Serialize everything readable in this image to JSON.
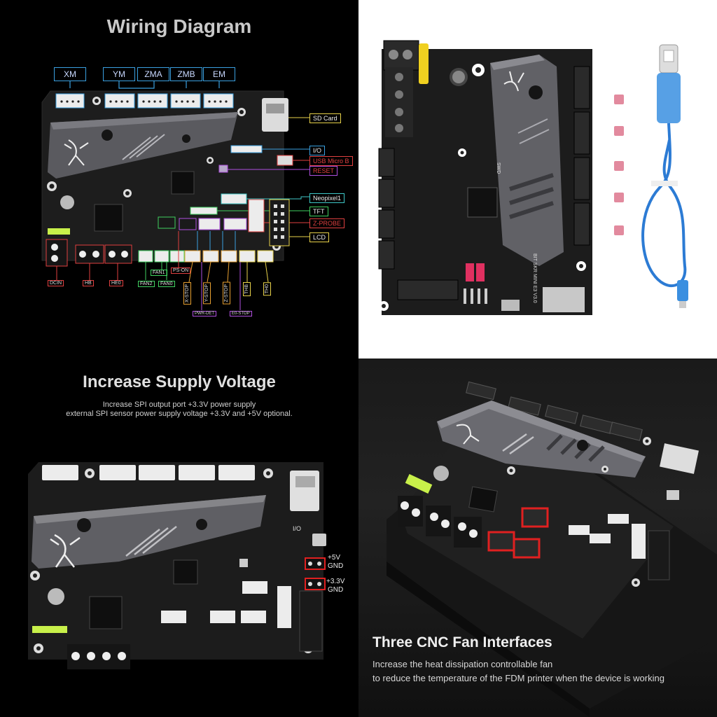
{
  "panel1": {
    "title": "Wiring Diagram",
    "top_labels": [
      "XM",
      "YM",
      "ZMA",
      "ZMB",
      "EM"
    ],
    "right_labels": [
      {
        "text": "SD Card",
        "color": "#e8d24a"
      },
      {
        "text": "I/O",
        "color": "#3aa0e0"
      },
      {
        "text": "USB Micro B",
        "color": "#e04040"
      },
      {
        "text": "RESET",
        "color": "#b050e0"
      },
      {
        "text": "Neopixel1",
        "color": "#3fc8c8"
      },
      {
        "text": "TFT",
        "color": "#40d060"
      },
      {
        "text": "Z-PROBE",
        "color": "#e04040"
      },
      {
        "text": "LCD",
        "color": "#e8d24a"
      }
    ],
    "bottom_left_labels": [
      {
        "text": "DCIN",
        "color": "#e04040"
      },
      {
        "text": "HB",
        "color": "#e04040"
      },
      {
        "text": "HE0",
        "color": "#e04040"
      }
    ],
    "fan_labels": [
      {
        "text": "FAN2",
        "color": "#40d060"
      },
      {
        "text": "FAN1",
        "color": "#40d060"
      },
      {
        "text": "FAN0",
        "color": "#40d060"
      },
      {
        "text": "PS-ON",
        "color": "#e04040"
      }
    ],
    "vertical_labels": [
      {
        "text": "X-STOP",
        "color": "#e8a030"
      },
      {
        "text": "Y-STOP",
        "color": "#e8a030"
      },
      {
        "text": "Z-STOP",
        "color": "#e8a030"
      },
      {
        "text": "THB",
        "color": "#e8d24a"
      },
      {
        "text": "TH0",
        "color": "#e8d24a"
      }
    ],
    "small_labels": [
      {
        "text": "PWR-DET",
        "color": "#b050e0"
      },
      {
        "text": "E0-STOP",
        "color": "#b050e0"
      }
    ]
  },
  "panel2": {
    "silkscreen": "BIT SKR MINI E3 V3.0",
    "swd": "SWD"
  },
  "panel3": {
    "title": "Increase Supply Voltage",
    "subtitle_line1": "Increase SPI output port +3.3V power supply",
    "subtitle_line2": "external SPI sensor power supply voltage +3.3V and +5V optional.",
    "label_5v": "+5V",
    "label_gnd1": "GND",
    "label_33v": "+3.3V",
    "label_gnd2": "GND",
    "io_label": "I/O"
  },
  "panel4": {
    "title": "Three CNC Fan Interfaces",
    "desc_line1": "Increase the heat dissipation controllable fan",
    "desc_line2": "to reduce the temperature of the FDM printer when the device is working"
  }
}
